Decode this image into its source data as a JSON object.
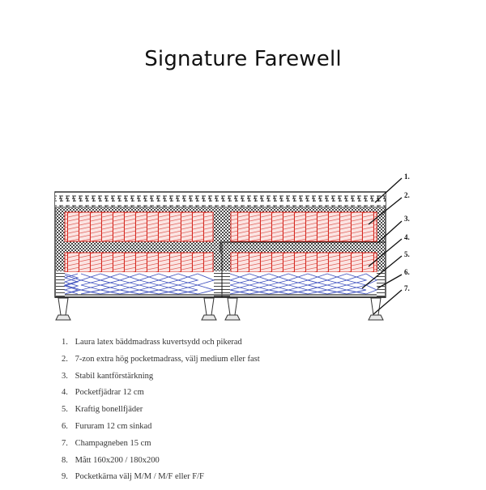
{
  "title": "Signature Farewell",
  "diagram": {
    "description": "Cross-section drawing of a continental bed with numbered callouts",
    "callouts": [
      "1.",
      "2.",
      "3.",
      "4.",
      "5.",
      "6.",
      "7."
    ],
    "colors": {
      "frame": "#333333",
      "pocket_springs": "#d9342b",
      "pocket_fill": "#f6d6d3",
      "bonnell_springs": "#3d4fb8",
      "foam_pattern": "#555555",
      "leader_lines": "#111111"
    }
  },
  "legend": {
    "items": [
      {
        "num": "1.",
        "text": "Laura latex bäddmadrass kuvertsydd och pikerad"
      },
      {
        "num": "2.",
        "text": "7-zon extra hög pocketmadrass, välj medium eller fast"
      },
      {
        "num": "3.",
        "text": "Stabil kantförstärkning"
      },
      {
        "num": "4.",
        "text": "Pocketfjädrar 12 cm"
      },
      {
        "num": "5.",
        "text": "Kraftig bonellfjäder"
      },
      {
        "num": "6.",
        "text": "Fururam 12 cm sinkad"
      },
      {
        "num": "7.",
        "text": "Champagneben 15 cm"
      },
      {
        "num": "8.",
        "text": "Mått 160x200 / 180x200"
      },
      {
        "num": "9.",
        "text": "Pocketkärna välj  M/M / M/F eller F/F"
      }
    ]
  }
}
